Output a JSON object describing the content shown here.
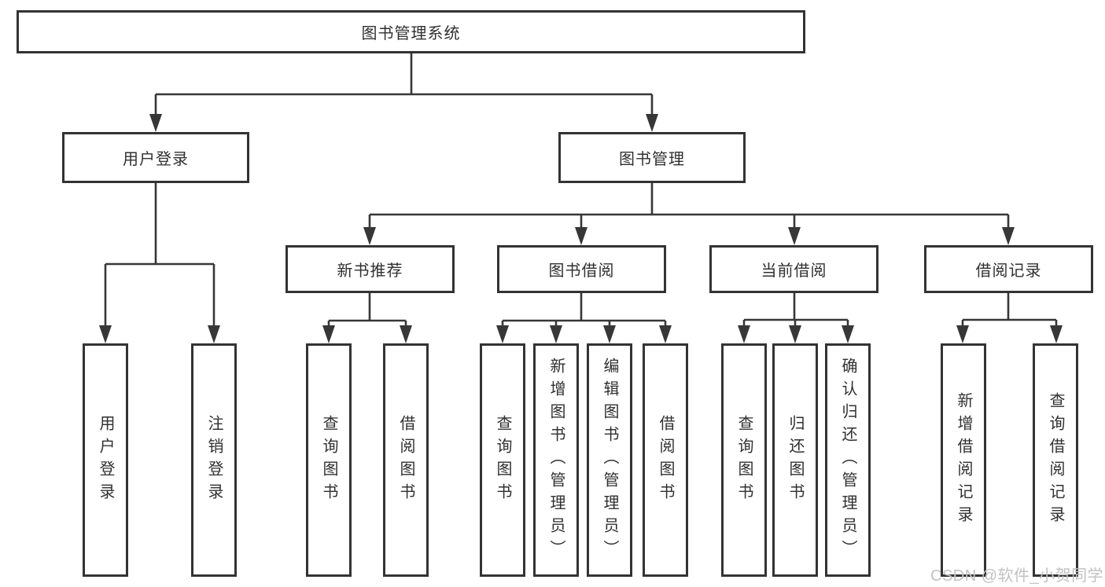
{
  "root": {
    "label": "图书管理系统"
  },
  "branches": [
    {
      "label": "用户登录"
    },
    {
      "label": "图书管理"
    }
  ],
  "modules": [
    {
      "label": "新书推荐"
    },
    {
      "label": "图书借阅"
    },
    {
      "label": "当前借阅"
    },
    {
      "label": "借阅记录"
    }
  ],
  "leaves": {
    "login": [
      "用户登录",
      "注销登录"
    ],
    "recommend": [
      "查询图书",
      "借阅图书"
    ],
    "borrow": [
      "查询图书",
      "新增图书（管理员）",
      "编辑图书（管理员）",
      "借阅图书"
    ],
    "current": [
      "查询图书",
      "归还图书",
      "确认归还（管理员）"
    ],
    "records": [
      "新增借阅记录",
      "查询借阅记录"
    ]
  },
  "watermark": {
    "text": "CSDN @软件_小贺同学"
  },
  "colors": {
    "line": "#373737",
    "box_border": "#333333",
    "text": "#303030",
    "watermark": "#c2c2c2",
    "background": "#ffffff"
  }
}
